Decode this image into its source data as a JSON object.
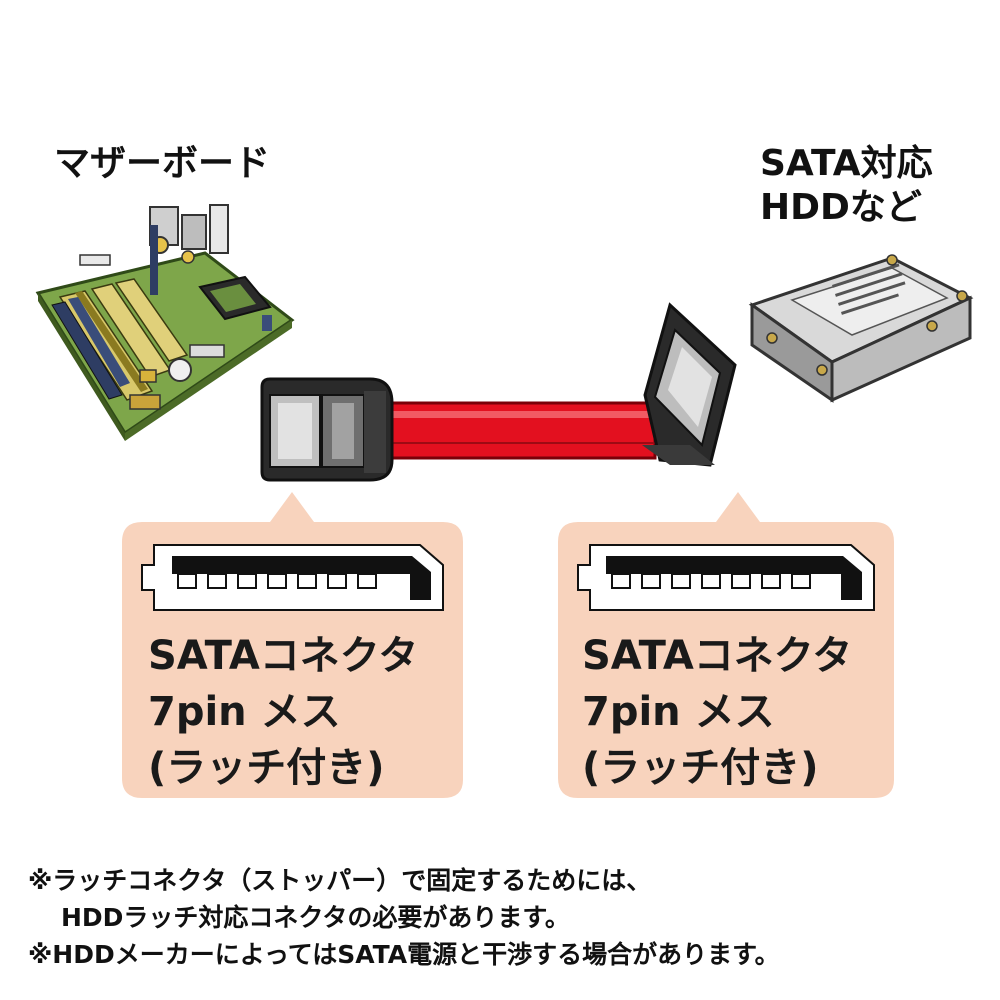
{
  "motherboard": {
    "label": "マザーボード"
  },
  "hdd": {
    "label_line1": "SATA対応",
    "label_line2": "HDDなど"
  },
  "left_connector": {
    "line1": "SATAコネクタ",
    "line2": "7pin メス",
    "line3": "(ラッチ付き)"
  },
  "right_connector": {
    "line1": "SATAコネクタ",
    "line2": "7pin メス",
    "line3": "(ラッチ付き)"
  },
  "notes": {
    "note1_line1": "※ラッチコネクタ（ストッパー）で固定するためには、",
    "note1_line2": "HDDラッチ対応コネクタの必要があります。",
    "note2": "※HDDメーカーによってはSATA電源と干渉する場合があります。"
  },
  "colors": {
    "cable": "#e3101f",
    "callout_bg": "#f8d3bd",
    "pcb": "#7ea64a",
    "connector_body": "#2a2a2a"
  }
}
